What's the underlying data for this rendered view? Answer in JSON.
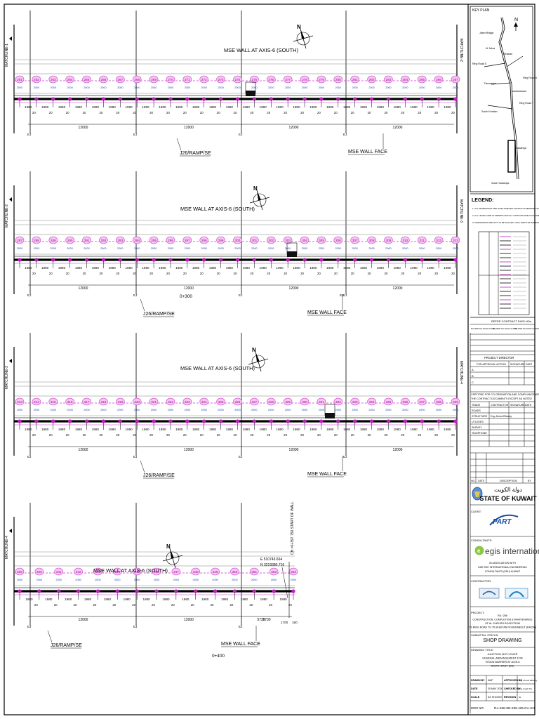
{
  "sheets": [
    {
      "title": "MSE WALL AT AXIS-6 (SOUTH)",
      "ramp_label": "J26/RAMP/SE",
      "wall_face_label": "MSE WALL FACE",
      "match_line": "MATCHLINE-1",
      "match_line_right": "MATCHLINE-2",
      "panel_spacing": "1980",
      "gap": "20",
      "segment_lengths": [
        "12000",
        "12000",
        "12000",
        "12000"
      ],
      "ej_label": "EJ",
      "chainage": "",
      "panel_ids": [
        "261",
        "262",
        "263",
        "264",
        "265",
        "266",
        "267",
        "268",
        "269",
        "270",
        "271",
        "272",
        "273",
        "274",
        "275",
        "276",
        "277",
        "278",
        "279",
        "280",
        "281",
        "282",
        "283",
        "284",
        "285",
        "286",
        "287"
      ]
    },
    {
      "title": "MSE WALL AT AXIS-6 (SOUTH)",
      "ramp_label": "J26/RAMP/SE",
      "wall_face_label": "MSE WALL FACE",
      "match_line": "MATCHLINE-2",
      "match_line_right": "MATCHLINE-3",
      "panel_spacing": "1980",
      "gap": "20",
      "segment_lengths": [
        "12000",
        "12000",
        "12000",
        "12000"
      ],
      "ej_label": "EJ",
      "chainage": "0+300",
      "panel_ids": [
        "287",
        "288",
        "289",
        "290",
        "291",
        "292",
        "293",
        "294",
        "295",
        "296",
        "297",
        "298",
        "299",
        "300",
        "301",
        "302",
        "303",
        "304",
        "305",
        "306",
        "307",
        "308",
        "309",
        "310",
        "311",
        "312",
        "313"
      ]
    },
    {
      "title": "MSE WALL AT AXIS-6 (SOUTH)",
      "ramp_label": "J26/RAMP/SE",
      "wall_face_label": "MSE WALL FACE",
      "match_line": "MATCHLINE-3",
      "match_line_right": "MATCHLINE-4",
      "panel_spacing": "1980",
      "gap": "20",
      "segment_lengths": [
        "12000",
        "12000",
        "12000",
        "12000"
      ],
      "ej_label": "EJ",
      "chainage": "",
      "panel_ids": [
        "313",
        "314",
        "315",
        "316",
        "317",
        "318",
        "319",
        "320",
        "321",
        "322",
        "323",
        "324",
        "325",
        "326",
        "327",
        "328",
        "329",
        "330",
        "331",
        "332",
        "333",
        "334",
        "335",
        "336",
        "337",
        "338",
        "339"
      ]
    },
    {
      "title": "MSE WALL AT AXIS-6 (SOUTH)",
      "ramp_label": "J26/RAMP/SE",
      "wall_face_label": "MSE WALL FACE",
      "match_line": "MATCHLINE-4",
      "match_line_right": "",
      "panel_spacing": "1980",
      "gap": "20",
      "segment_lengths": [
        "12000",
        "5730"
      ],
      "ej_label": "EJ",
      "chainage": "0+400",
      "panel_ids": [
        "339",
        "340",
        "341",
        "342",
        "343",
        "344",
        "345",
        "346",
        "347",
        "348",
        "349",
        "350",
        "351",
        "352",
        "353"
      ],
      "start_wall": "CH.=0+397.750 START OF WALL",
      "coord_e": "E 510743.664",
      "coord_n": "N 3219380.716",
      "end_dims": [
        "1700",
        "150"
      ]
    }
  ],
  "north_label": "N",
  "key_plan": {
    "title": "KEY PLAN",
    "north": "N",
    "places": [
      "Jaber Bridge",
      "Al Jahra",
      "Khaitan",
      "Farwaniya",
      "South Khaitan",
      "Sabahiya",
      "South Sabahiya",
      "Ring Road 5",
      "Ring Road 6",
      "Ring Road 7"
    ]
  },
  "legend": {
    "title": "LEGEND:",
    "notes": [
      "1. ALL DIMENSIONS ARE IN MILLIMETER UNLESS OTHERWISE NOTED.",
      "2. ALL LEVELS ARE IN METERS AND ALL STATIONS ARE IN KILOMETERS + METERS, UNLESS OTHERWISE NOTED.",
      "3. DIMENSIONS ARE NOT TO BE SCALED. ONLY WRITTEN DIMENSIONS SHALL BE FOLLOWED."
    ],
    "refer": "REFER CONTRACT DWG NOs.",
    "ref_dwgs": [
      "RA-0000-SG-SGSA-D-0001",
      "RA-0000-SG-SGSA-D-0002",
      "RA-0000-SG-SGSA-D-0003"
    ]
  },
  "title_block": {
    "project_director": "PROJECT DIRECTOR",
    "approval_header": [
      "FOR APPROVAL ACTION",
      "SIGNATURE",
      "DATE"
    ],
    "abc_rows": [
      "A",
      "B",
      "C"
    ],
    "certified": "CERTIFIED FOR CO-ORDINATION AND COMPLIANCE WITH THE CONTRACT DOCUMENTS EXCEPT AS NOTED",
    "trade_header": [
      "TRADE",
      "CONTRACTOR",
      "SIGNATURE",
      "DATE"
    ],
    "trades": [
      {
        "trade": "ROADS",
        "contractor": ""
      },
      {
        "trade": "STRUCTURE",
        "contractor": "Eng. Ahmed Elfarany"
      },
      {
        "trade": "UTILITIES",
        "contractor": ""
      },
      {
        "trade": "SURVEY",
        "contractor": ""
      },
      {
        "trade": "TELEPHONE",
        "contractor": ""
      }
    ],
    "rev_header": [
      "NO.",
      "DATE",
      "DESCRIPTION",
      "BY"
    ],
    "state_arabic": "دولة الكويت",
    "state": "STATE OF KUWAIT",
    "client_label": "CLIENT:",
    "client_logo": "PART",
    "consultants_label": "CONSULTANTS:",
    "consultant": "egis international",
    "consultant_lines": [
      "IN ASSOCIATION WITH",
      "DAR SSH INTERNATIONAL ENGINEERING",
      "CONSULTANTS (SSH) KUWAIT"
    ],
    "contractor_label": "CONTRACTOR:",
    "project_label": "PROJECT:",
    "project_lines": [
      "RA / 256",
      "CONSTRUCTION, COMPLETION & MAINTENANCE",
      "OF AL GHOUSR ROAD FROM",
      "7th RING ROAD TO 7th KHEITAN ROUNDABOUT (RA/256)"
    ],
    "status_label": "SUBMITTAL STATUS:",
    "status": "SHOP DRAWING",
    "drawing_title_label": "DRAWING TITLE:",
    "drawing_title": [
      "JUNCTION 26 FLYOVER",
      "GENERAL ARRANGEMENT FOR",
      "VISION BARRIER AT AXIS-6",
      "SOUTH EAST (2/2)"
    ],
    "meta_rows": [
      [
        "DRAWN BY",
        "AMF",
        "APPROVED BY",
        "Eng. Ahmed Elfarany"
      ],
      [
        "DATE",
        "30 MAY 2020",
        "CHECKED BY",
        "Eng. Farah Tiru"
      ],
      [
        "SCALE",
        "AS SHOWN",
        "REVISION",
        "R1"
      ]
    ],
    "dwg_no_label": "DWG NO:",
    "dwg_no": "RA-256-SD-236-J26-GA-011"
  }
}
